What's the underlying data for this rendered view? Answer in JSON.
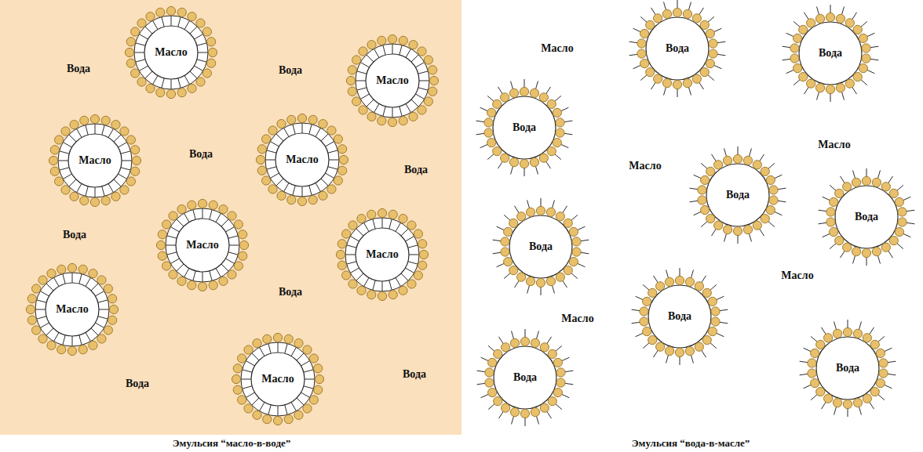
{
  "diagram": {
    "nodes": [
      {
        "text": [
          "Масло"
        ]
      },
      {
        "text": [
          "Масло"
        ]
      },
      {
        "text": [
          "Масло"
        ]
      },
      {
        "text": [
          "Масло"
        ]
      },
      {
        "text": [
          "Масло"
        ]
      },
      {
        "text": [
          "Масло"
        ]
      },
      {
        "text": [
          "Масло"
        ]
      },
      {
        "text": [
          "Масло"
        ]
      },
      {
        "text": [
          "Вода"
        ]
      },
      {
        "text": [
          "Вода"
        ]
      },
      {
        "text": [
          "Вода"
        ]
      },
      {
        "text": [
          "Вода"
        ]
      },
      {
        "text": [
          "Вода"
        ]
      },
      {
        "text": [
          "Вода"
        ]
      },
      {
        "text": [
          "Вода"
        ]
      },
      {
        "text": [
          "Вода"
        ]
      },
      {
        "text": [
          "Вода"
        ]
      }
    ],
    "labels": [
      "Вода",
      "Вода",
      "Вода",
      "Вода",
      "Вода",
      "Вода",
      "Вода",
      "Вода",
      "Масло",
      "Масло",
      "Масло",
      "Масло",
      "Масло",
      "Эмульсия “масло-в-воде”",
      "Эмульсия “вода-в-масле”"
    ]
  }
}
